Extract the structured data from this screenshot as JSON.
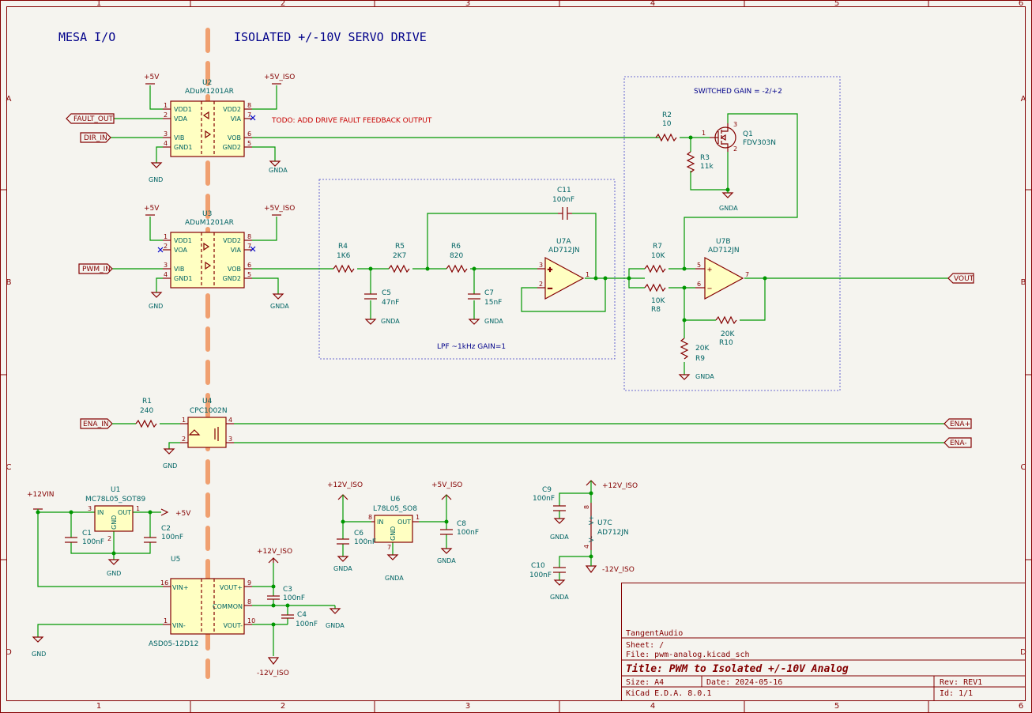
{
  "headings": {
    "mesa": "MESA I/O",
    "drive": "ISOLATED +/-10V SERVO DRIVE"
  },
  "zones": {
    "cols": [
      "1",
      "2",
      "3",
      "4",
      "5",
      "6"
    ],
    "rows": [
      "A",
      "B",
      "C",
      "D"
    ]
  },
  "notes": {
    "todo": "TODO: ADD DRIVE FAULT FEEDBACK OUTPUT",
    "switched_gain": "SWITCHED GAIN = -2/+2",
    "lpf": "LPF ~1kHz GAIN=1"
  },
  "labels": {
    "fault_out": "FAULT_OUT",
    "dir_in": "DIR_IN",
    "pwm_in": "PWM_IN",
    "ena_in": "ENA_IN",
    "vout": "VOUT",
    "ena_p": "ENA+",
    "ena_m": "ENA-"
  },
  "power": {
    "p5v": "+5V",
    "p5v_iso": "+5V_ISO",
    "gnd": "GND",
    "gnda": "GNDA",
    "p12v_iso": "+12V_ISO",
    "m12v_iso": "-12V_ISO",
    "p12vin": "+12VIN"
  },
  "u2": {
    "ref": "U2",
    "value": "ADuM1201AR",
    "pins_l": [
      "VDD1",
      "VDA",
      "VIB",
      "GND1"
    ],
    "pins_r": [
      "VDD2",
      "VIA",
      "VOB",
      "GND2"
    ],
    "nums_l": [
      "1",
      "2",
      "3",
      "4"
    ],
    "nums_r": [
      "8",
      "7",
      "6",
      "5"
    ]
  },
  "u3": {
    "ref": "U3",
    "value": "ADuM1201AR",
    "pins_l": [
      "VDD1",
      "VOA",
      "VIB",
      "GND1"
    ],
    "pins_r": [
      "VDD2",
      "VIA",
      "VOB",
      "GND2"
    ],
    "nums_l": [
      "1",
      "2",
      "3",
      "4"
    ],
    "nums_r": [
      "8",
      "7",
      "6",
      "5"
    ]
  },
  "u4": {
    "ref": "U4",
    "value": "CPC1002N",
    "pins": [
      "1",
      "2",
      "4",
      "3"
    ]
  },
  "u1": {
    "ref": "U1",
    "value": "MC78L05_SOT89",
    "pin_in": "IN",
    "pin_out": "OUT",
    "pin_gnd": "GND",
    "n_in": "3",
    "n_out": "1",
    "n_gnd": "2"
  },
  "u6": {
    "ref": "U6",
    "value": "L78L05_SO8",
    "pin_in": "IN",
    "pin_out": "OUT",
    "pin_gnd": "GND",
    "n_in": "8",
    "n_out": "1",
    "n_gnd": "7"
  },
  "u5": {
    "ref": "U5",
    "value": "ASD05-12D12",
    "pins_l": [
      "VIN+",
      "VIN-"
    ],
    "nums_l": [
      "16",
      "1"
    ],
    "pins_r": [
      "VOUT+",
      "COMMON",
      "VOUT-"
    ],
    "nums_r": [
      "9",
      "8",
      "10"
    ]
  },
  "u7a": {
    "ref": "U7A",
    "value": "AD712JN",
    "n_p": "3",
    "n_m": "2",
    "n_o": "1"
  },
  "u7b": {
    "ref": "U7B",
    "value": "AD712JN",
    "n_p": "5",
    "n_m": "6",
    "n_o": "7"
  },
  "u7c": {
    "ref": "U7C",
    "value": "AD712JN",
    "vp": "V+",
    "vm": "V-",
    "n_vp": "8",
    "n_vm": "4"
  },
  "q1": {
    "ref": "Q1",
    "value": "FDV303N",
    "n_g": "1",
    "n_d": "3",
    "n_s": "2"
  },
  "resistors": {
    "r1": {
      "ref": "R1",
      "value": "240"
    },
    "r2": {
      "ref": "R2",
      "value": "10"
    },
    "r3": {
      "ref": "R3",
      "value": "11k"
    },
    "r4": {
      "ref": "R4",
      "value": "1K6"
    },
    "r5": {
      "ref": "R5",
      "value": "2K7"
    },
    "r6": {
      "ref": "R6",
      "value": "820"
    },
    "r7": {
      "ref": "R7",
      "value": "10K"
    },
    "r8": {
      "ref": "R8",
      "value": "10K"
    },
    "r9": {
      "ref": "R9",
      "value": "20K"
    },
    "r10": {
      "ref": "R10",
      "value": "20K"
    }
  },
  "capacitors": {
    "c1": {
      "ref": "C1",
      "value": "100nF"
    },
    "c2": {
      "ref": "C2",
      "value": "100nF"
    },
    "c3": {
      "ref": "C3",
      "value": "100nF"
    },
    "c4": {
      "ref": "C4",
      "value": "100nF"
    },
    "c5": {
      "ref": "C5",
      "value": "47nF"
    },
    "c6": {
      "ref": "C6",
      "value": "100nF"
    },
    "c7": {
      "ref": "C7",
      "value": "15nF"
    },
    "c8": {
      "ref": "C8",
      "value": "100nF"
    },
    "c9": {
      "ref": "C9",
      "value": "100nF"
    },
    "c10": {
      "ref": "C10",
      "value": "100nF"
    },
    "c11": {
      "ref": "C11",
      "value": "100nF"
    }
  },
  "title_block": {
    "company": "TangentAudio",
    "sheet": "Sheet: /",
    "file": "File: pwm-analog.kicad_sch",
    "title": "Title: PWM to Isolated +/-10V Analog",
    "size": "Size: A4",
    "date": "Date: 2024-05-16",
    "rev": "Rev: REV1",
    "tool": "KiCad E.D.A. 8.0.1",
    "id": "Id: 1/1"
  },
  "colors": {
    "wire": "#009600",
    "component": "#840000",
    "body": "#ffffc2",
    "text": "#006464",
    "note": "#00008a",
    "isolation": "#f0a070"
  }
}
